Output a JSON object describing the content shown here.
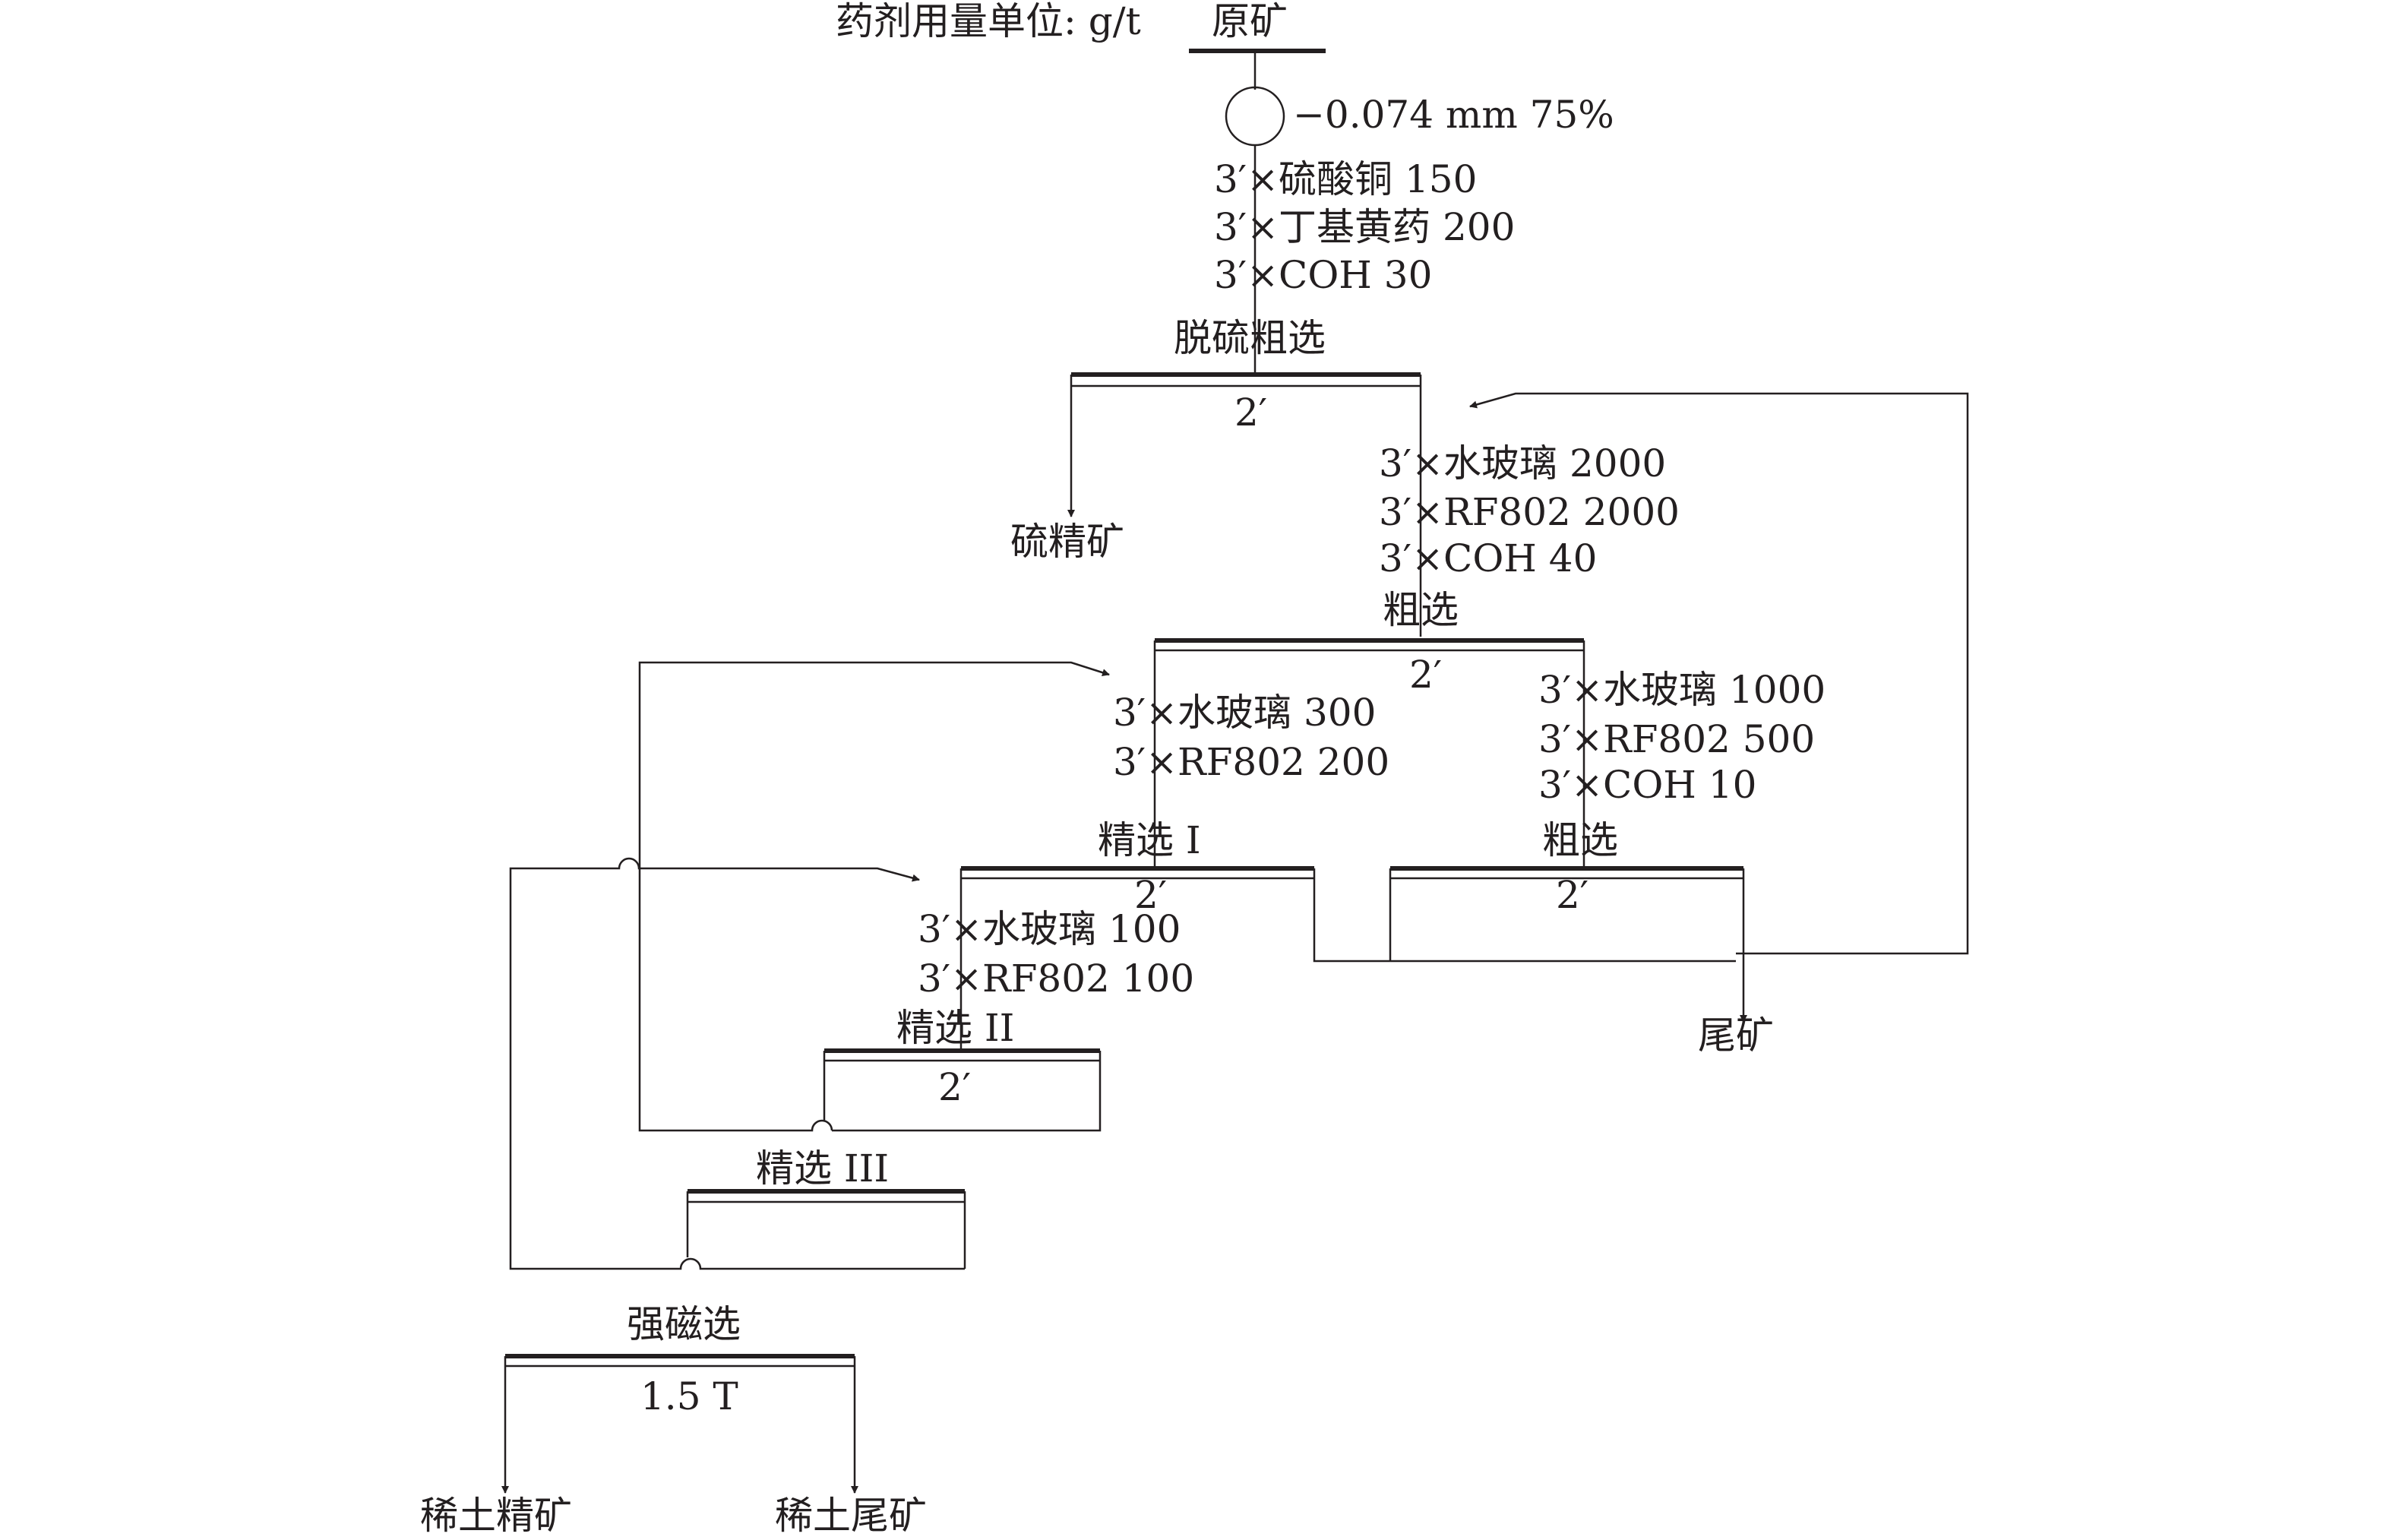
{
  "units_note": "药剂用量单位: g/t",
  "raw_ore": "原矿",
  "grinding": "−0.074 mm 75%",
  "desulfur": {
    "reagents": [
      "3′×硫酸铜 150",
      "3′×丁基黄药 200",
      "3′×COH 30"
    ],
    "name": "脱硫粗选",
    "time": "2′",
    "product": "硫精矿"
  },
  "rougher1": {
    "reagents": [
      "3′×水玻璃 2000",
      "3′×RF802 2000",
      "3′×COH 40"
    ],
    "name": "粗选",
    "time": "2′"
  },
  "cleaner1": {
    "reagents": [
      "3′×水玻璃 300",
      "3′×RF802 200"
    ],
    "name": "精选 I",
    "time": "2′"
  },
  "rougher2": {
    "reagents": [
      "3′×水玻璃 1000",
      "3′×RF802 500",
      "3′×COH 10"
    ],
    "name": "粗选",
    "time": "2′"
  },
  "cleaner2": {
    "reagents": [
      "3′×水玻璃 100",
      "3′×RF802 100"
    ],
    "name": "精选 II",
    "time": "2′"
  },
  "cleaner3": {
    "name": "精选 III"
  },
  "tailings": "尾矿",
  "magnetic": {
    "name": "强磁选",
    "field": "1.5 T",
    "concentrate": "稀土精矿",
    "tailings": "稀土尾矿"
  }
}
